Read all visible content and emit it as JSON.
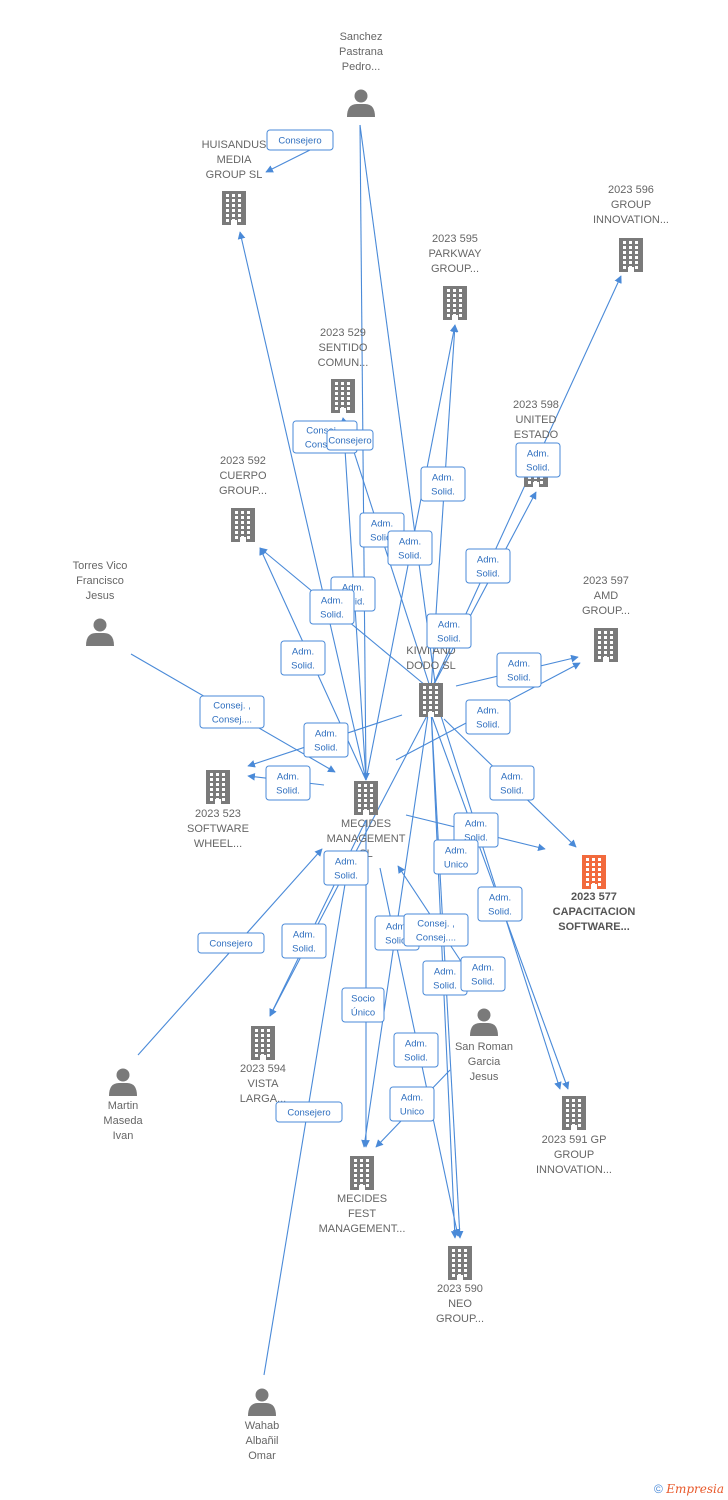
{
  "nodes": [
    {
      "id": "sanchez",
      "type": "person",
      "label": [
        "Sanchez",
        "Pastrana",
        "Pedro..."
      ]
    },
    {
      "id": "huisandus",
      "type": "company",
      "label": [
        "HUISANDUS",
        "MEDIA",
        "GROUP  SL"
      ]
    },
    {
      "id": "c596",
      "type": "company",
      "label": [
        "2023 596",
        "GROUP",
        "INNOVATION..."
      ]
    },
    {
      "id": "c595",
      "type": "company",
      "label": [
        "2023 595",
        "PARKWAY",
        "GROUP..."
      ]
    },
    {
      "id": "c529",
      "type": "company",
      "label": [
        "2023 529",
        "SENTIDO",
        "COMUN..."
      ]
    },
    {
      "id": "c598",
      "type": "company",
      "label": [
        "2023 598",
        "UNITED",
        "ESTADO"
      ]
    },
    {
      "id": "c592",
      "type": "company",
      "label": [
        "2023 592",
        "CUERPO",
        "GROUP..."
      ]
    },
    {
      "id": "torres",
      "type": "person",
      "label": [
        "Torres Vico",
        "Francisco",
        "Jesus"
      ]
    },
    {
      "id": "c597",
      "type": "company",
      "label": [
        "2023 597",
        "AMD",
        "GROUP..."
      ]
    },
    {
      "id": "kiwi",
      "type": "company",
      "label": [
        "KIWI AND",
        "DODO  SL"
      ]
    },
    {
      "id": "c523",
      "type": "company",
      "label": [
        "2023 523",
        "SOFTWARE",
        "WHEEL..."
      ]
    },
    {
      "id": "mecides",
      "type": "company",
      "label": [
        "MECIDES",
        "MANAGEMENT",
        "SL"
      ]
    },
    {
      "id": "c577",
      "type": "focus",
      "label": [
        "2023 577",
        "CAPACITACION",
        "SOFTWARE..."
      ]
    },
    {
      "id": "sanroman",
      "type": "person",
      "label": [
        "San Roman",
        "Garcia",
        "Jesus"
      ]
    },
    {
      "id": "martin",
      "type": "person",
      "label": [
        "Martin",
        "Maseda",
        "Ivan"
      ]
    },
    {
      "id": "c594",
      "type": "company",
      "label": [
        "2023 594",
        "VISTA",
        "LARGA..."
      ]
    },
    {
      "id": "c591",
      "type": "company",
      "label": [
        "2023 591 GP",
        "GROUP",
        "INNOVATION..."
      ]
    },
    {
      "id": "mfest",
      "type": "company",
      "label": [
        "MECIDES",
        "FEST",
        "MANAGEMENT..."
      ]
    },
    {
      "id": "c590",
      "type": "company",
      "label": [
        "2023 590",
        "NEO",
        "GROUP..."
      ]
    },
    {
      "id": "wahab",
      "type": "person",
      "label": [
        "Wahab",
        "Albañil",
        "Omar"
      ]
    }
  ],
  "relations": [
    {
      "id": "r1",
      "lines": [
        "Consejero"
      ]
    },
    {
      "id": "r2",
      "lines": [
        "Consej. ,",
        "Consej...."
      ]
    },
    {
      "id": "r3",
      "lines": [
        "Consejero"
      ]
    },
    {
      "id": "r4",
      "lines": [
        "Adm.",
        "Solid."
      ]
    },
    {
      "id": "r5",
      "lines": [
        "Adm.",
        "Solid."
      ]
    },
    {
      "id": "r6",
      "lines": [
        "Adm.",
        "Solid."
      ]
    },
    {
      "id": "r7",
      "lines": [
        "Adm.",
        "Solid."
      ]
    },
    {
      "id": "r8",
      "lines": [
        "Adm.",
        "Solid."
      ]
    },
    {
      "id": "r9",
      "lines": [
        "Adm.",
        "Solid."
      ]
    },
    {
      "id": "r10",
      "lines": [
        "Adm.",
        "Solid."
      ]
    },
    {
      "id": "r11",
      "lines": [
        "Adm.",
        "Solid."
      ]
    },
    {
      "id": "r12",
      "lines": [
        "Adm.",
        "Solid."
      ]
    },
    {
      "id": "r13",
      "lines": [
        "Consej. ,",
        "Consej...."
      ]
    },
    {
      "id": "r14",
      "lines": [
        "Adm.",
        "Solid."
      ]
    },
    {
      "id": "r15",
      "lines": [
        "Adm.",
        "Solid."
      ]
    },
    {
      "id": "r16",
      "lines": [
        "Adm.",
        "Solid."
      ]
    },
    {
      "id": "r17",
      "lines": [
        "Adm.",
        "Solid."
      ]
    },
    {
      "id": "r18",
      "lines": [
        "Adm.",
        "Solid."
      ]
    },
    {
      "id": "r19",
      "lines": [
        "Adm.",
        "Solid."
      ]
    },
    {
      "id": "r20",
      "lines": [
        "Adm.",
        "Unico"
      ]
    },
    {
      "id": "r21",
      "lines": [
        "Adm.",
        "Solid."
      ]
    },
    {
      "id": "r22",
      "lines": [
        "Adm.",
        "Solid."
      ]
    },
    {
      "id": "r23",
      "lines": [
        "Consejero"
      ]
    },
    {
      "id": "r24",
      "lines": [
        "Adm.",
        "Solid."
      ]
    },
    {
      "id": "r25",
      "lines": [
        "Adm.",
        "Solid."
      ]
    },
    {
      "id": "r26",
      "lines": [
        "Consej. ,",
        "Consej...."
      ]
    },
    {
      "id": "r27",
      "lines": [
        "Adm.",
        "Solid."
      ]
    },
    {
      "id": "r28",
      "lines": [
        "Adm.",
        "Solid."
      ]
    },
    {
      "id": "r29",
      "lines": [
        "Socio",
        "Único"
      ]
    },
    {
      "id": "r30",
      "lines": [
        "Adm.",
        "Solid."
      ]
    },
    {
      "id": "r31",
      "lines": [
        "Adm.",
        "Unico"
      ]
    },
    {
      "id": "r32",
      "lines": [
        "Consejero"
      ]
    }
  ],
  "colors": {
    "edge": "#4a8ad8",
    "node": "#7a7a7a",
    "focus": "#f26a3d",
    "label": "#666666"
  },
  "footer": {
    "copyright": "©",
    "brand": "Empresia"
  }
}
